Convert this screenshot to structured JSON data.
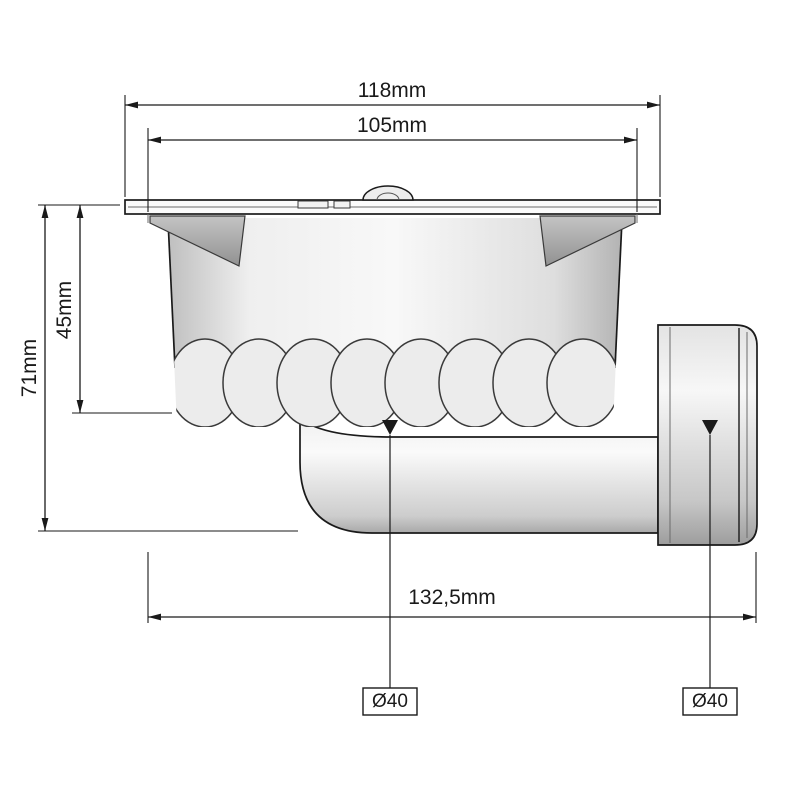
{
  "drawing": {
    "dimensions": {
      "width_outer": "118mm",
      "width_inner": "105mm",
      "height_body": "45mm",
      "height_total": "71mm",
      "length_total": "132,5mm",
      "diameter_inlet": "Ø40",
      "diameter_outlet": "Ø40"
    },
    "colors": {
      "line": "#1a1a1a",
      "background": "#ffffff",
      "metal_light": "#f6f6f6",
      "metal_mid": "#d9d9d9",
      "metal_dark": "#9f9f9f"
    }
  }
}
